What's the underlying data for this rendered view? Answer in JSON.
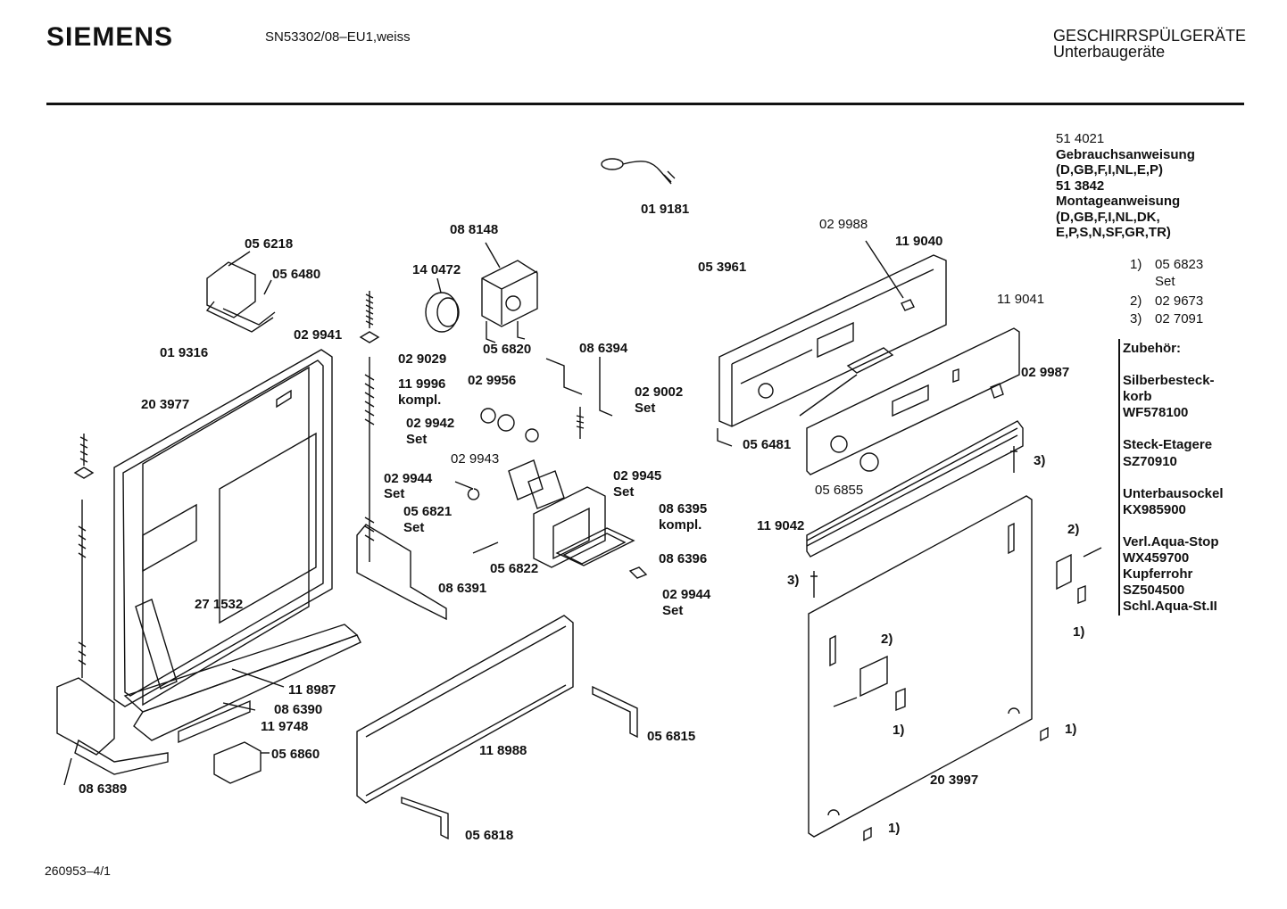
{
  "header": {
    "brand": "SIEMENS",
    "model": "SN53302/08–EU1,weiss",
    "category_line1": "GESCHIRRSPÜLGERÄTE",
    "category_line2": "Unterbaugeräte"
  },
  "footer": {
    "drawing_number": "260953–4/1"
  },
  "documents": {
    "usage_number": "51 4021",
    "usage_title": "Gebrauchsanweisung",
    "usage_langs": "(D,GB,F,I,NL,E,P)",
    "install_number": "51 3842",
    "install_title": "Montageanweisung",
    "install_langs_1": "(D,GB,F,I,NL,DK,",
    "install_langs_2": "E,P,S,N,SF,GR,TR)"
  },
  "references": [
    {
      "marker": "1)",
      "part": "05 6823",
      "note": "Set"
    },
    {
      "marker": "2)",
      "part": "02 9673",
      "note": ""
    },
    {
      "marker": "3)",
      "part": "02 7091",
      "note": ""
    }
  ],
  "accessories": {
    "title": "Zubehör:",
    "items": [
      {
        "name": "Silberbesteck-",
        "name2": "korb",
        "code": "WF578100"
      },
      {
        "name": "Steck-Etagere",
        "name2": "",
        "code": "SZ70910"
      },
      {
        "name": "Unterbausockel",
        "name2": "",
        "code": "KX985900"
      },
      {
        "name": "Verl.Aqua-Stop",
        "name2": "",
        "code": "WX459700"
      },
      {
        "name": "Kupferrohr",
        "name2": "",
        "code": "SZ504500"
      },
      {
        "name": "Schl.Aqua-St.II",
        "name2": "",
        "code": ""
      }
    ]
  },
  "parts": {
    "p019181": "01 9181",
    "p088148": "08 8148",
    "p056218": "05 6218",
    "p056480": "05 6480",
    "p140472": "14 0472",
    "p029941": "02 9941",
    "p019316": "01 9316",
    "p029029": "02 9029",
    "p119996": "11 9996",
    "kompl1": "kompl.",
    "p203977": "20 3977",
    "p056820": "05 6820",
    "p086394": "08 6394",
    "p029956": "02 9956",
    "p029002": "02 9002",
    "set1": "Set",
    "p029942": "02 9942",
    "set2": "Set",
    "p029943": "02 9943",
    "p029944a": "02 9944",
    "set3": "Set",
    "p029945": "02 9945",
    "set4": "Set",
    "p056821": "05 6821",
    "set5": "Set",
    "p056822": "05 6822",
    "p086395": "08 6395",
    "kompl2": "kompl.",
    "p086396": "08 6396",
    "p029944b": "02 9944",
    "set6": "Set",
    "p086391": "08 6391",
    "p271532": "27 1532",
    "p118987": "11 8987",
    "p086390": "08 6390",
    "p119748": "11 9748",
    "p056860": "05 6860",
    "p086389": "08 6389",
    "p118988": "11 8988",
    "p056815": "05 6815",
    "p056818": "05 6818",
    "p053961": "05 3961",
    "p029988": "02 9988",
    "p119040": "11 9040",
    "p119041": "11 9041",
    "p029987": "02 9987",
    "p056481": "05 6481",
    "p056855": "05 6855",
    "m3a": "3)",
    "p119042": "11 9042",
    "m3b": "3)",
    "m2a": "2)",
    "m2b": "2)",
    "m1a": "1)",
    "m1b": "1)",
    "m1c": "1)",
    "m1d": "1)",
    "p203997": "20 3997"
  }
}
